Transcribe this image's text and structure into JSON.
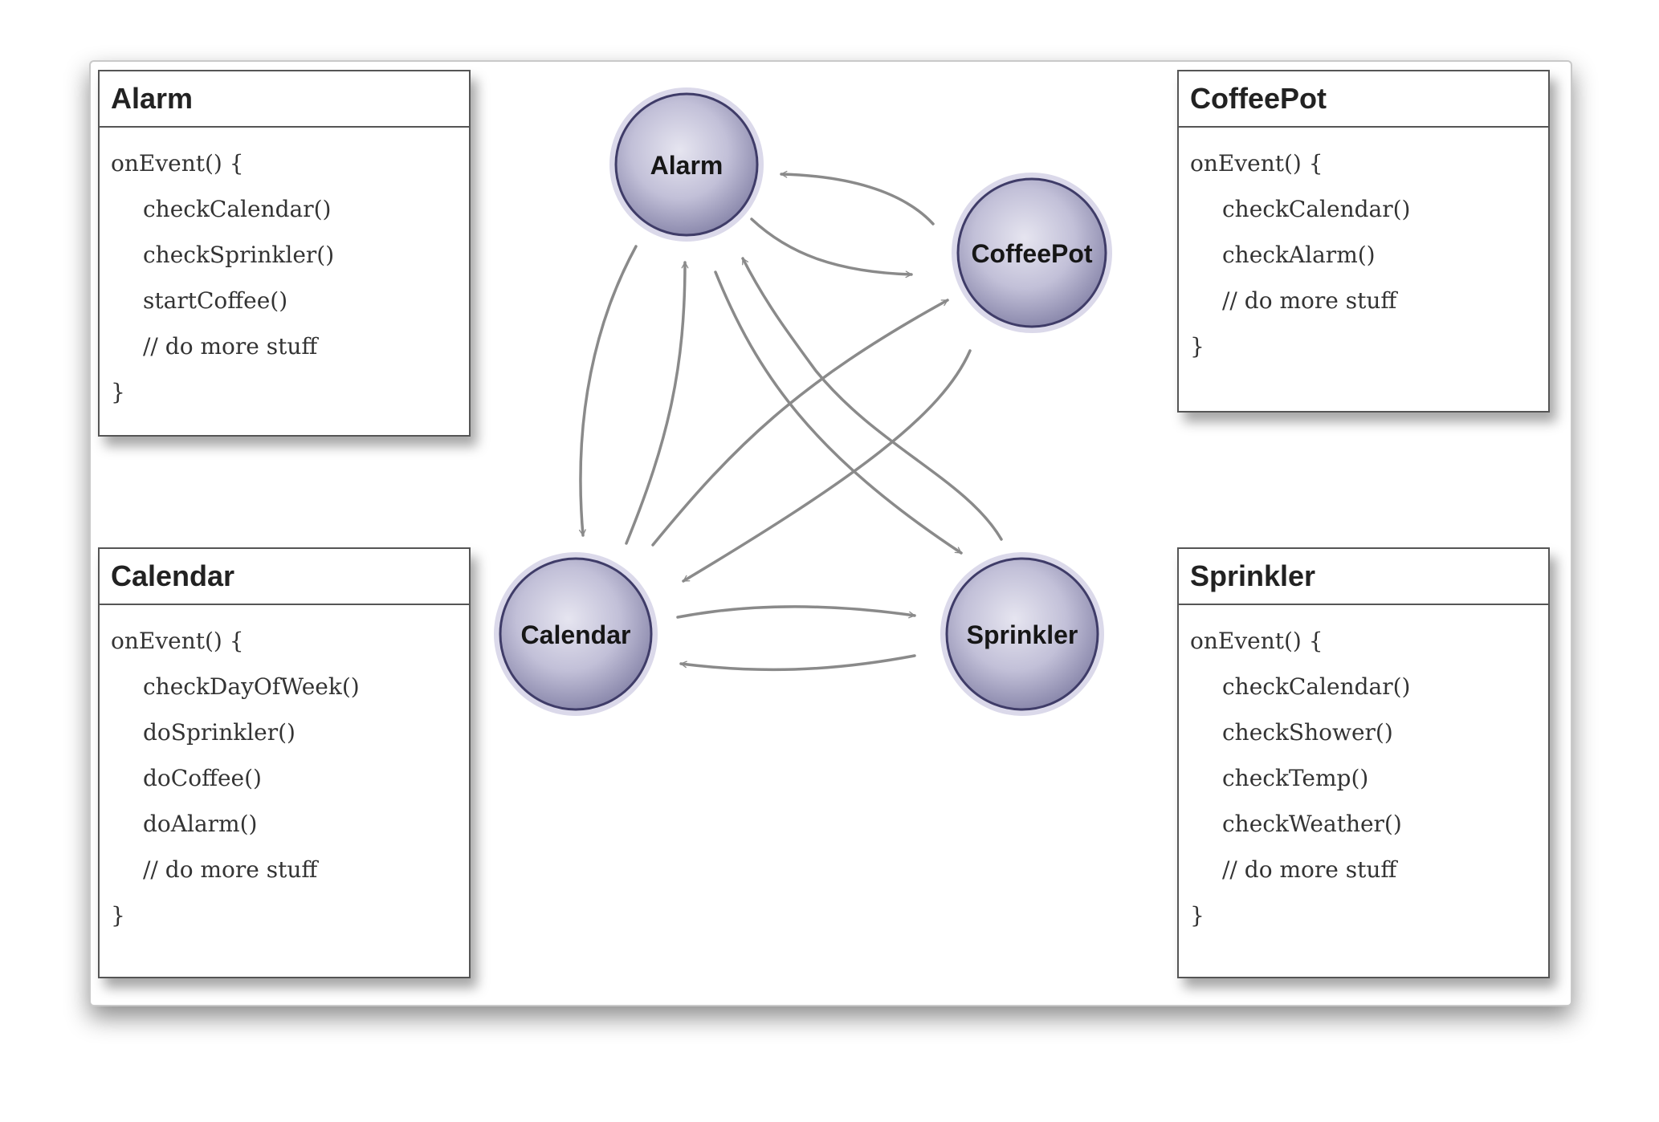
{
  "boxes": {
    "alarm": {
      "title": "Alarm",
      "lines": [
        "onEvent() {",
        "checkCalendar()",
        "checkSprinkler()",
        "startCoffee()",
        "// do more stuff",
        "}"
      ]
    },
    "coffeepot": {
      "title": "CoffeePot",
      "lines": [
        "onEvent() {",
        "checkCalendar()",
        "checkAlarm()",
        "// do more stuff",
        "}"
      ]
    },
    "calendar": {
      "title": "Calendar",
      "lines": [
        "onEvent() {",
        "checkDayOfWeek()",
        "doSprinkler()",
        "doCoffee()",
        "doAlarm()",
        "// do more stuff",
        "}"
      ]
    },
    "sprinkler": {
      "title": "Sprinkler",
      "lines": [
        "onEvent() {",
        "checkCalendar()",
        "checkShower()",
        "checkTemp()",
        "checkWeather()",
        "// do more stuff",
        "}"
      ]
    }
  },
  "nodes": {
    "alarm": "Alarm",
    "coffeepot": "CoffeePot",
    "calendar": "Calendar",
    "sprinkler": "Sprinkler"
  },
  "colors": {
    "node_fill_center": "#e3e2ee",
    "node_fill_edge": "#8a88ac",
    "node_stroke": "#3f3c68",
    "node_halo": "#b9b6d6",
    "arrow": "#8a8a8a",
    "box_border": "#555555"
  }
}
